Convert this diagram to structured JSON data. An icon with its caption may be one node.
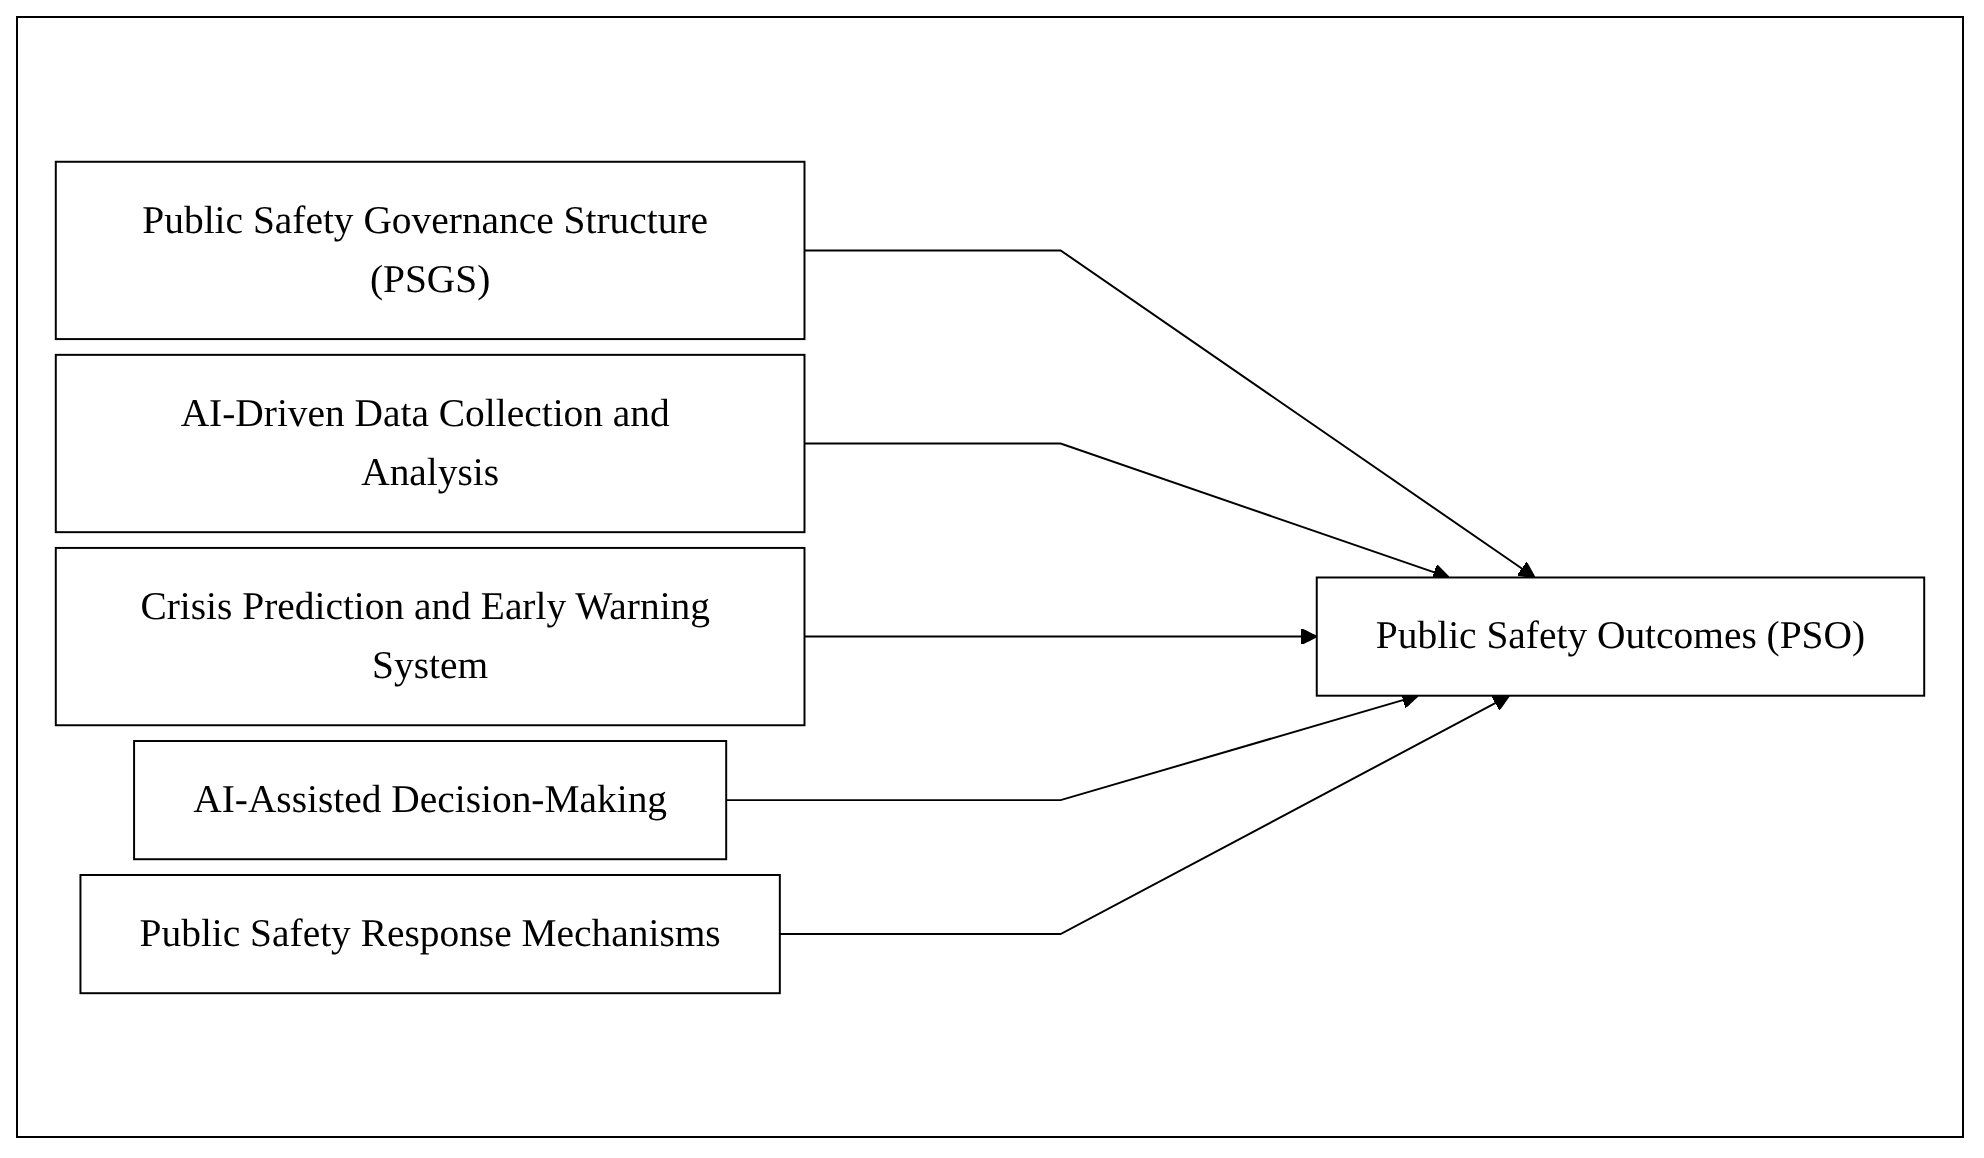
{
  "diagram": {
    "nodes": [
      {
        "text": [
          "Public Safety Governance Structure (PSGS)"
        ]
      },
      {
        "text": [
          "AI-Driven Data Collection and Analysis"
        ]
      },
      {
        "text": [
          "Crisis Prediction and Early Warning System"
        ]
      },
      {
        "text": [
          "AI-Assisted Decision-Making"
        ]
      },
      {
        "text": [
          "Public Safety Response Mechanisms"
        ]
      },
      {
        "text": [
          "Public Safety Outcomes (PSO)"
        ]
      }
    ],
    "edges": [
      {
        "from": 0,
        "to": 5,
        "arrow": "to"
      },
      {
        "from": 1,
        "to": 5,
        "arrow": "to"
      },
      {
        "from": 2,
        "to": 5,
        "arrow": "to"
      },
      {
        "from": 3,
        "to": 5,
        "arrow": "to"
      },
      {
        "from": 4,
        "to": 5,
        "arrow": "to"
      }
    ]
  }
}
